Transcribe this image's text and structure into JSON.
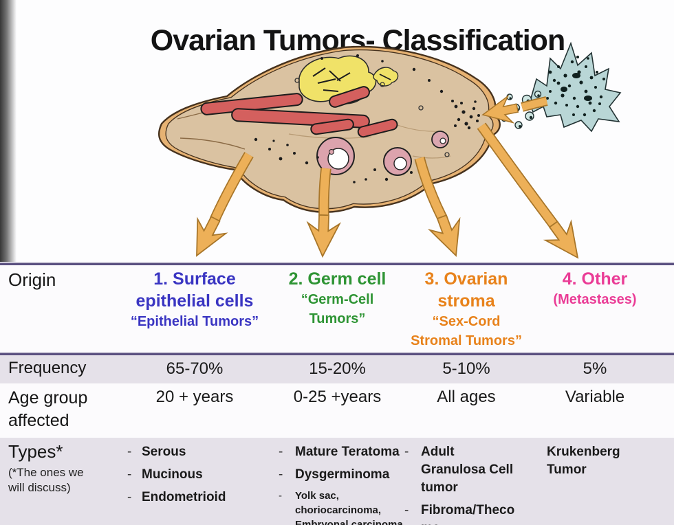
{
  "title": "Ovarian Tumors- Classification",
  "colors": {
    "epithelial_blue": "#3a35c2",
    "germ_cell_green": "#2e9434",
    "stroma_orange": "#e8821b",
    "other_pink": "#ea3c96",
    "divider_purple": "#5a5080",
    "row_shade_lavender": "#e5e1e9",
    "arrow_orange": "#edb058"
  },
  "table": {
    "origin": {
      "label": "Origin",
      "columns": [
        {
          "main": [
            "1. Surface",
            "epithelial cells"
          ],
          "sub": [
            "“Epithelial Tumors”"
          ],
          "color": "#3a35c2"
        },
        {
          "main": [
            "2. Germ cell"
          ],
          "sub": [
            "“Germ-Cell",
            "Tumors”"
          ],
          "color": "#2e9434"
        },
        {
          "main": [
            "3. Ovarian",
            "stroma"
          ],
          "sub": [
            "“Sex-Cord",
            "Stromal Tumors”"
          ],
          "color": "#e8821b"
        },
        {
          "main": [
            "4. Other"
          ],
          "sub": [
            "(Metastases)"
          ],
          "color": "#ea3c96"
        }
      ]
    },
    "frequency": {
      "label": "Frequency",
      "values": [
        "65-70%",
        "15-20%",
        "5-10%",
        "5%"
      ]
    },
    "age": {
      "label_lines": [
        "Age group",
        "affected"
      ],
      "values": [
        "20 + years",
        "0-25 +years",
        "All ages",
        "Variable"
      ]
    },
    "types": {
      "label": "Types*",
      "note_lines": [
        "(*The ones we",
        "will discuss)"
      ],
      "columns": [
        {
          "items": [
            {
              "bullet": "-",
              "lines": [
                "Serous"
              ]
            },
            {
              "bullet": "-",
              "lines": [
                "Mucinous"
              ]
            },
            {
              "bullet": "-",
              "lines": [
                "Endometrioid"
              ]
            }
          ]
        },
        {
          "items": [
            {
              "bullet": "-",
              "lines": [
                "Mature Teratoma"
              ]
            },
            {
              "bullet": "-",
              "lines": [
                "Dysgerminoma"
              ]
            },
            {
              "bullet": "-",
              "lines": [
                "Yolk sac,",
                "choriocarcinoma,",
                "Embryonal carcinoma"
              ]
            }
          ]
        },
        {
          "items": [
            {
              "bullet": "-",
              "lines": [
                "Adult",
                "Granulosa Cell",
                "tumor"
              ]
            },
            {
              "bullet": "-",
              "lines": [
                "Fibroma/Theco",
                "ma"
              ]
            }
          ]
        },
        {
          "items": [
            {
              "bullet": "",
              "lines": [
                "Krukenberg",
                "Tumor"
              ]
            }
          ]
        }
      ]
    }
  }
}
